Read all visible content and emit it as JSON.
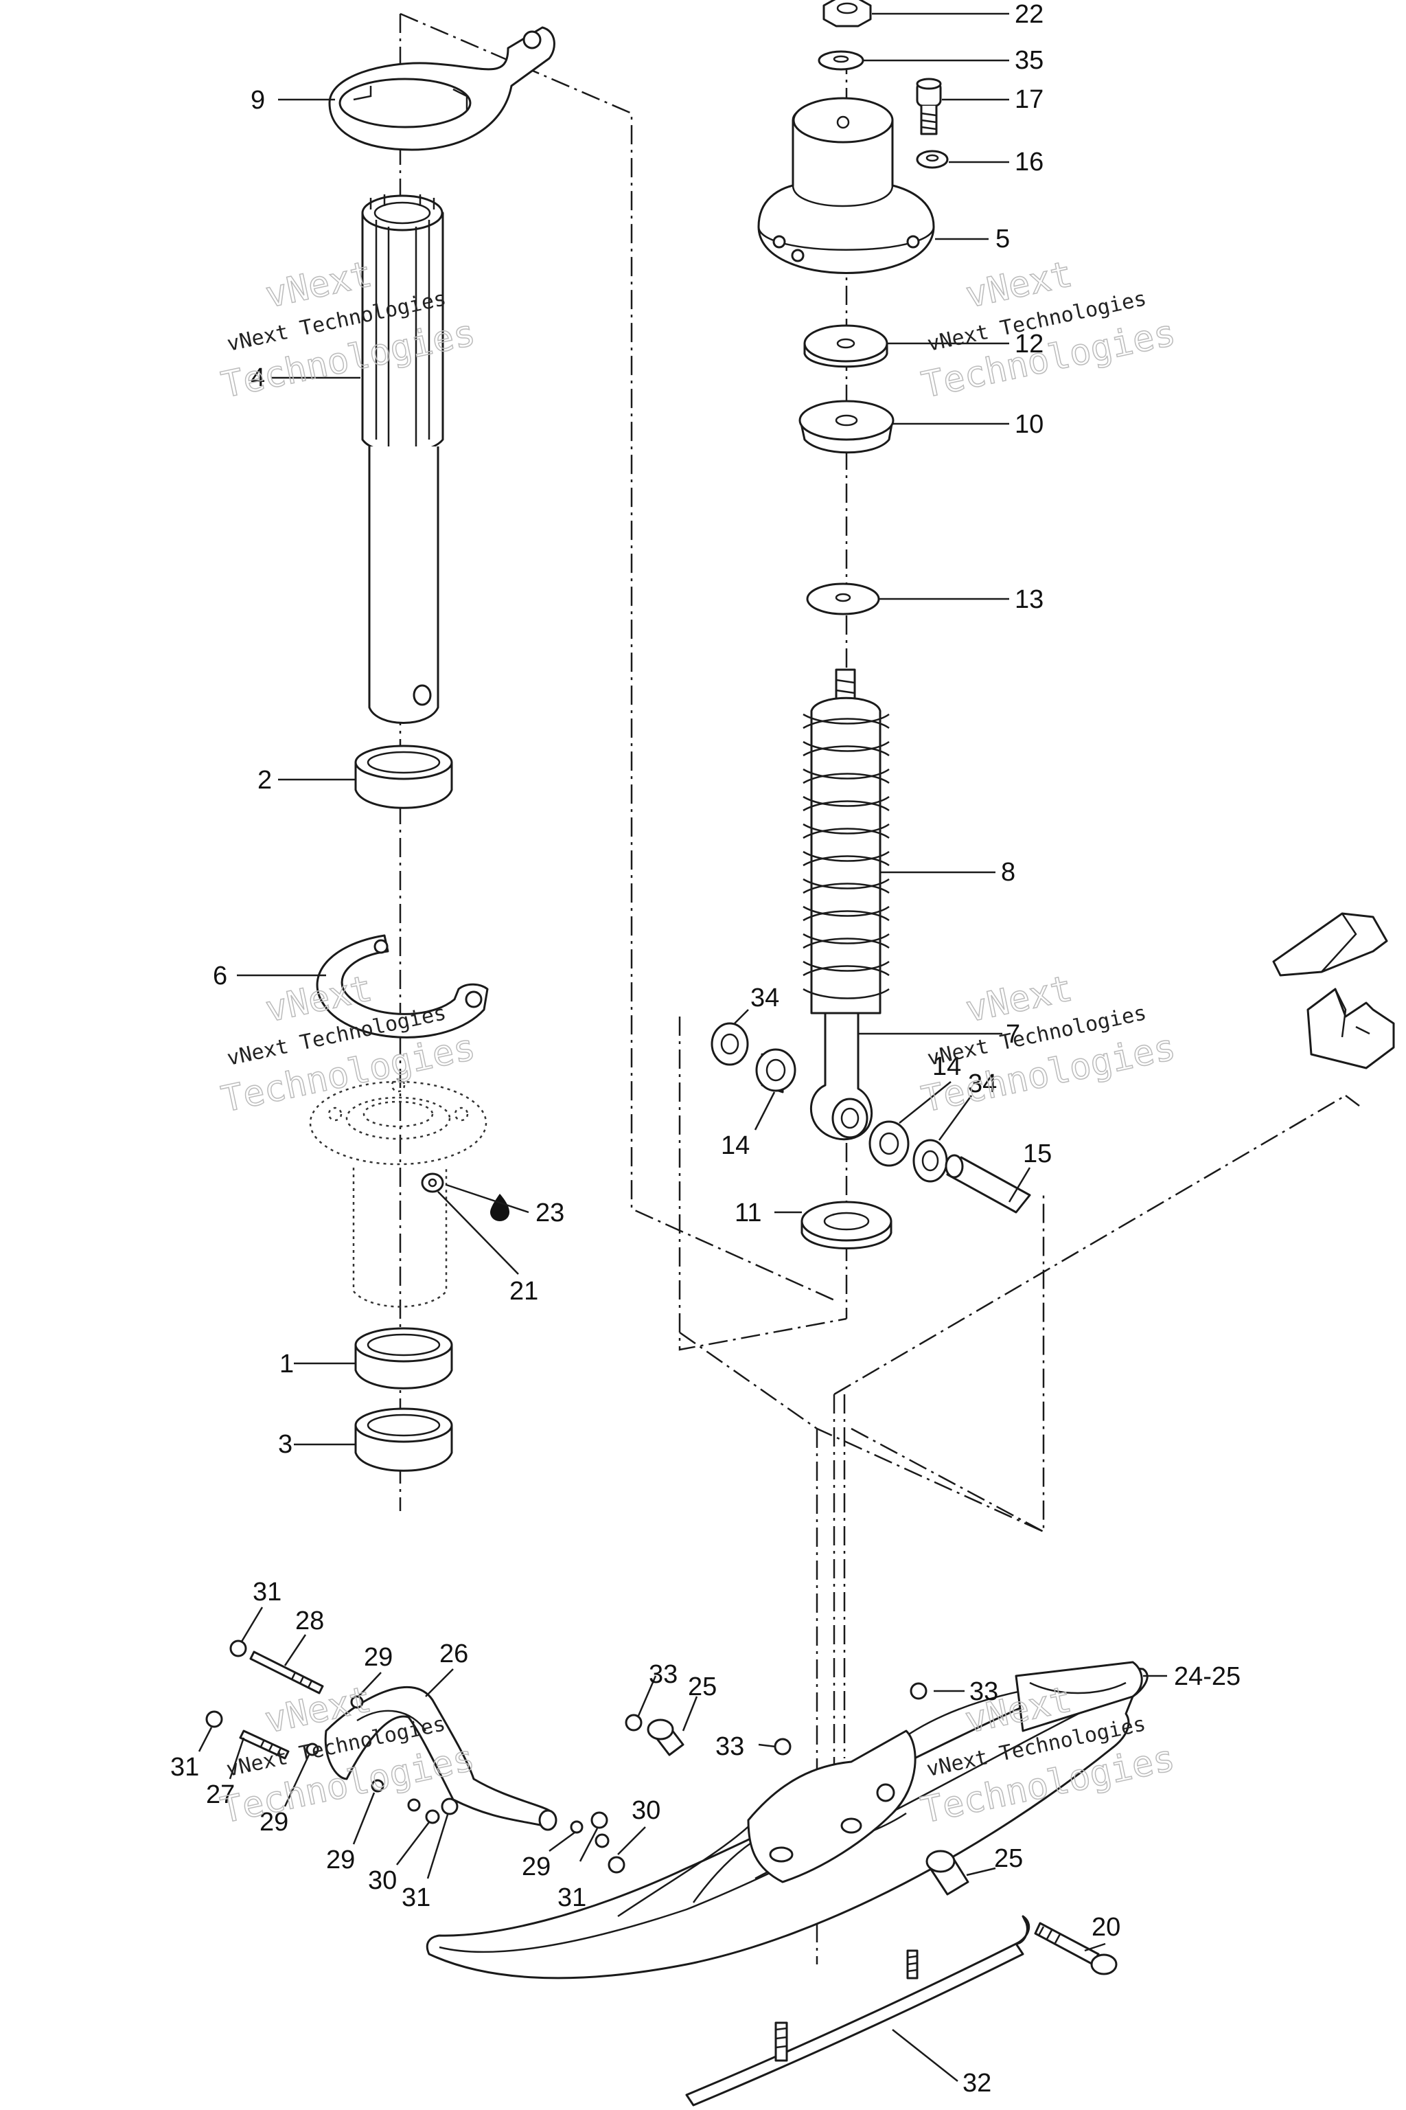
{
  "watermark": {
    "line1": "vNext Technologies",
    "line2": "Technologies",
    "line3": "vNext"
  },
  "callouts": {
    "c22": "22",
    "c35": "35",
    "c17": "17",
    "c16": "16",
    "c5": "5",
    "c12": "12",
    "c10": "10",
    "c13": "13",
    "c8": "8",
    "c7": "7",
    "c34a": "34",
    "c14a": "14",
    "c34b": "34",
    "c14b": "14",
    "c15": "15",
    "c11": "11",
    "c9": "9",
    "c4": "4",
    "c2": "2",
    "c6": "6",
    "c23": "23",
    "c21": "21",
    "c1": "1",
    "c3": "3",
    "c31a": "31",
    "c28": "28",
    "c29a": "29",
    "c26": "26",
    "c31b": "31",
    "c27": "27",
    "c29b": "29",
    "c29c": "29",
    "c30a": "30",
    "c31c": "31",
    "c29d": "29",
    "c31d": "31",
    "c30b": "30",
    "c33a": "33",
    "c25a": "25",
    "c33b": "33",
    "c33c": "33",
    "c2425": "24-25",
    "c25b": "25",
    "c20": "20",
    "c32": "32"
  }
}
